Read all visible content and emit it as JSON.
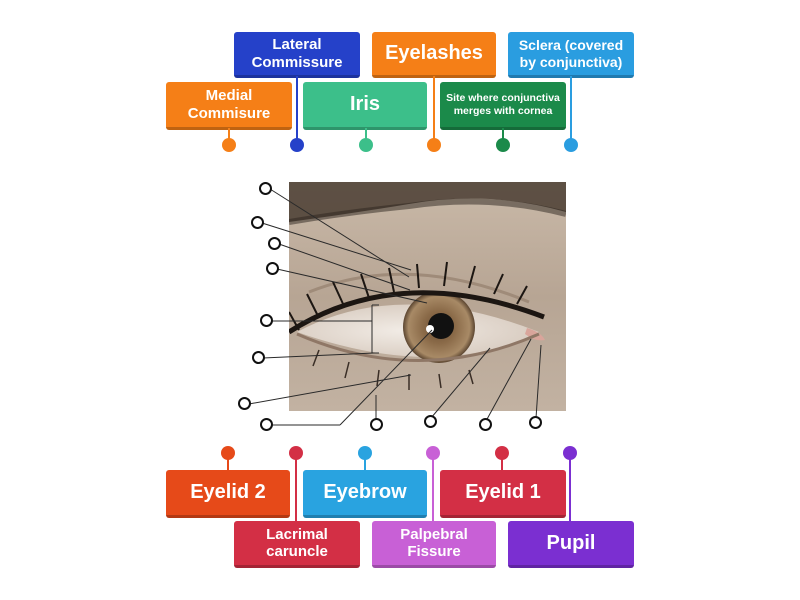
{
  "labels": {
    "lateral_commissure": "Lateral Commissure",
    "eyelashes": "Eyelashes",
    "sclera": "Sclera (covered by conjunctiva)",
    "medial_commisure": "Medial Commisure",
    "iris": "Iris",
    "site_conjunctiva": "Site where conjunctiva merges with cornea",
    "eyelid_2": "Eyelid 2",
    "eyebrow": "Eyebrow",
    "eyelid_1": "Eyelid 1",
    "lacrimal_caruncle": "Lacrimal caruncle",
    "palpebral_fissure": "Palpebral Fissure",
    "pupil": "Pupil"
  },
  "colors": {
    "blue_dark": "#2541c9",
    "orange": "#f57f17",
    "sky_blue": "#2a9de0",
    "green_light": "#3cbf8a",
    "green_dark": "#1b8a4a",
    "orange_red": "#e64a19",
    "crimson": "#d32f45",
    "cyan_blue": "#29a3e0",
    "violet_light": "#c860d6",
    "violet_dark": "#7b2fd1"
  },
  "photo": {
    "subject": "eye-closeup"
  }
}
